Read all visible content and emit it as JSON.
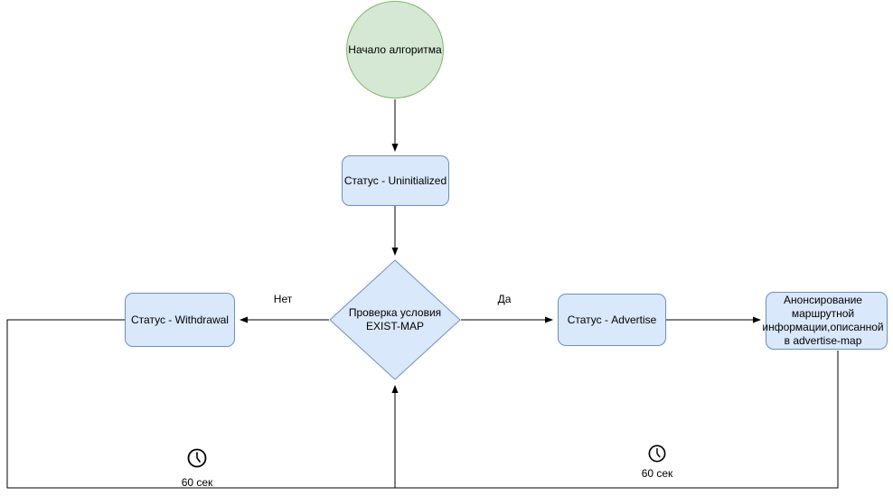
{
  "diagram": {
    "start": {
      "label": "Начало алгоритма"
    },
    "status_uninitialized": {
      "label": "Статус - Uninitialized"
    },
    "decision": {
      "label": "Проверка условия EXIST-MAP"
    },
    "status_withdrawal": {
      "label": "Статус - Withdrawal"
    },
    "status_advertise": {
      "label": "Статус - Advertise"
    },
    "announce": {
      "label": "Анонсирование маршрутной информации,описанной в advertise-map"
    },
    "edges": {
      "no_label": "Нет",
      "yes_label": "Да"
    },
    "timer_left": {
      "label": "60 сек"
    },
    "timer_right": {
      "label": "60 сек"
    },
    "colors": {
      "start_fill": "#d5e8d4",
      "start_stroke": "#82b366",
      "node_fill": "#dae8fc",
      "node_stroke": "#6c8ebf",
      "line": "#000000",
      "text": "#000000"
    }
  }
}
